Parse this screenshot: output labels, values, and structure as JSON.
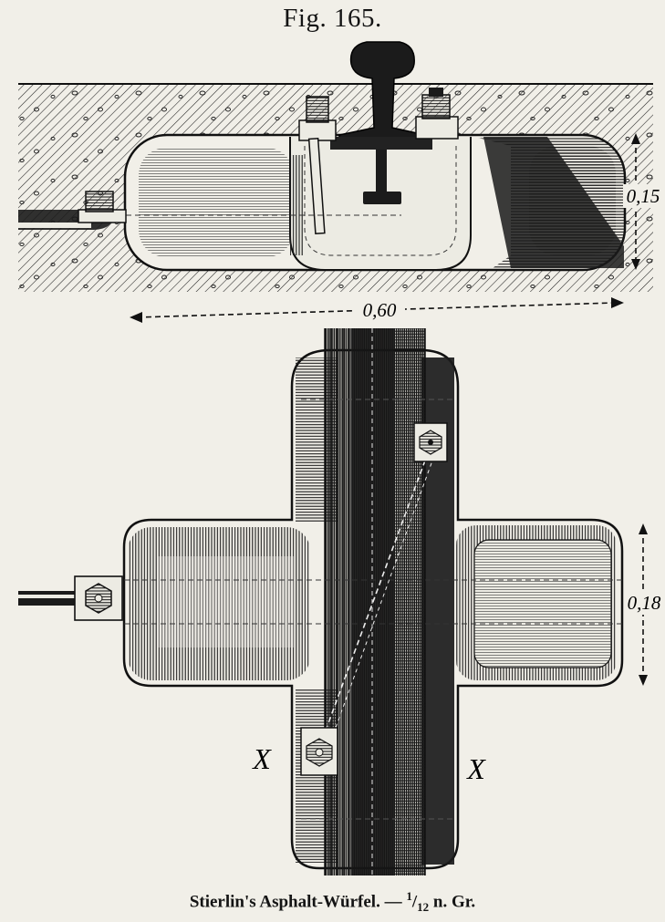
{
  "figure": {
    "title": "Fig. 165."
  },
  "caption": {
    "main": "Stierlin's Asphalt-Würfel. — ",
    "frac_num": "1",
    "frac_den": "12",
    "suffix": " n. Gr."
  },
  "dimensions": {
    "height_top": "0,15",
    "length": "0,60",
    "width_plan": "0,18"
  },
  "markers": {
    "left": "X",
    "right": "X"
  },
  "colors": {
    "paper": "#f1efe8",
    "ink": "#141414"
  }
}
